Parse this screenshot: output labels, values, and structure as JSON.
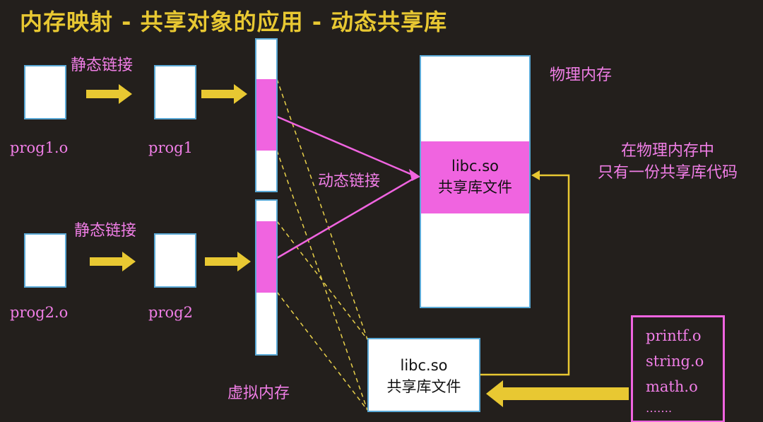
{
  "title": "内存映射 - 共享对象的应用 - 动态共享库",
  "row1": {
    "static_link_label": "静态链接",
    "obj_file": "prog1.o",
    "exe_file": "prog1"
  },
  "row2": {
    "static_link_label": "静态链接",
    "obj_file": "prog2.o",
    "exe_file": "prog2"
  },
  "virtual_memory_label": "虚拟内存",
  "physical_memory_label": "物理内存",
  "dynamic_link_label": "动态链接",
  "physical_lib": {
    "name": "libc.so",
    "desc": "共享库文件"
  },
  "disk_lib": {
    "name": "libc.so",
    "desc": "共享库文件"
  },
  "note": {
    "line1": "在物理内存中",
    "line2": "只有一份共享库代码"
  },
  "objects": [
    "printf.o",
    "string.o",
    "math.o",
    "……."
  ],
  "colors": {
    "title": "#e8c832",
    "pink": "#f064e0",
    "arrow": "#e8c832",
    "background": "#231f1c"
  }
}
